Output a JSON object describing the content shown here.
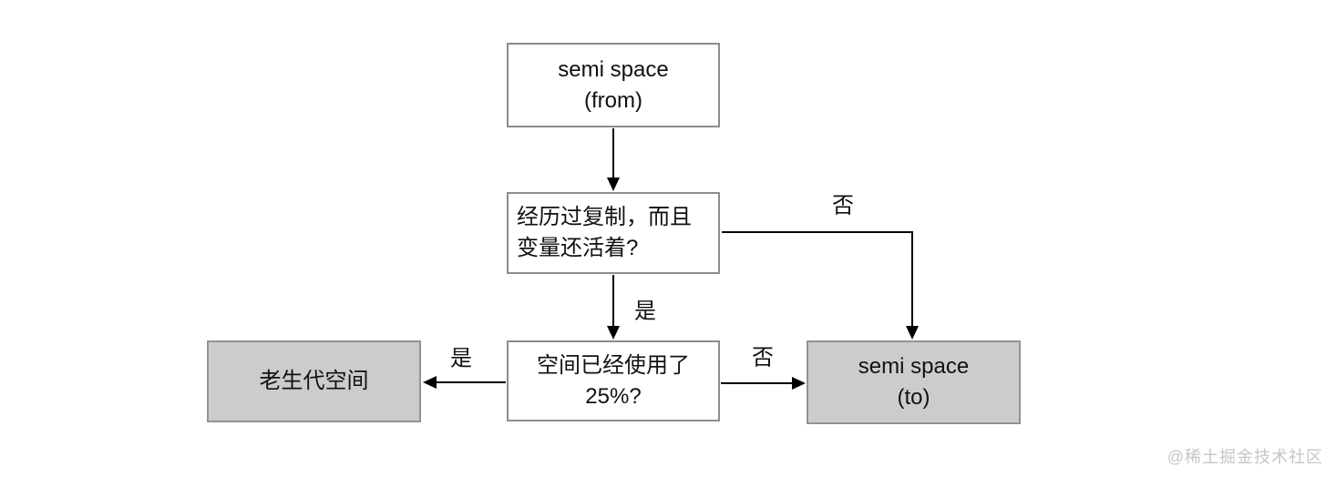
{
  "diagram": {
    "title_hint": "semi space GC flowchart",
    "nodes": {
      "semi_from": {
        "line1": "semi space",
        "line2": "(from)"
      },
      "copied_check": {
        "line1": "经历过复制，而且",
        "line2": "变量还活着?"
      },
      "usage_check": {
        "line1": "空间已经使用了",
        "line2": "25%?"
      },
      "old_gen": {
        "label": "老生代空间"
      },
      "semi_to": {
        "line1": "semi space",
        "line2": "(to)"
      }
    },
    "edges": {
      "copied_no": "否",
      "copied_yes": "是",
      "usage_yes": "是",
      "usage_no": "否"
    },
    "colors": {
      "node_fill_white": "#ffffff",
      "node_fill_gray": "#cccccc",
      "node_border": "#8c8c8c",
      "connector": "#000000",
      "text": "#111111",
      "watermark": "#c6c6c6"
    },
    "watermark": "@稀土掘金技术社区"
  }
}
